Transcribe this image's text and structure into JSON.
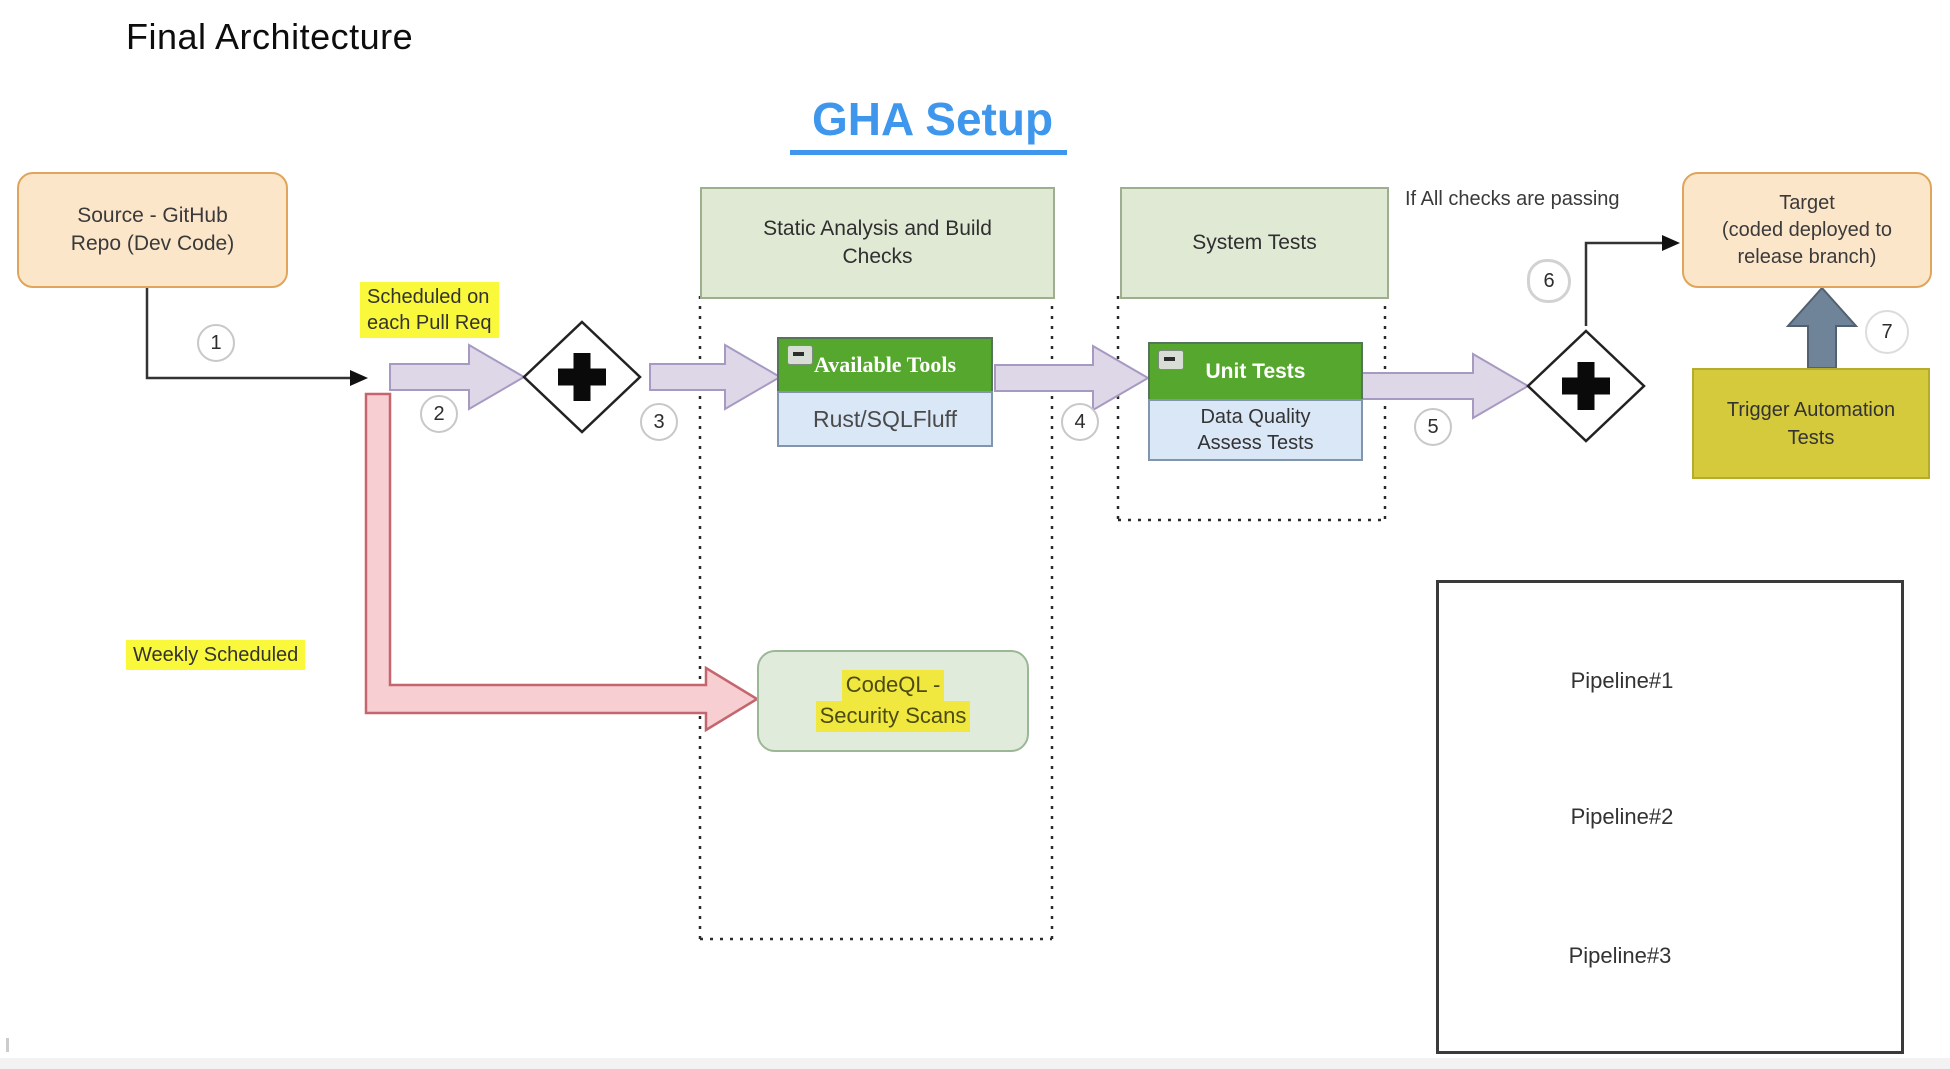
{
  "page": {
    "title": "Final Architecture"
  },
  "heading": {
    "text": "GHA Setup",
    "color": "#3E97EC"
  },
  "nodes": {
    "source": {
      "text": "Source - GitHub\nRepo (Dev Code)"
    },
    "static_checks": {
      "text": "Static Analysis and Build\nChecks"
    },
    "system_tests": {
      "text": "System Tests"
    },
    "available_tools": {
      "header": "Available Tools",
      "body": "Rust/SQLFluff"
    },
    "unit_tests": {
      "header": "Unit Tests",
      "body": "Data Quality\nAssess Tests"
    },
    "codeql": {
      "lines": [
        "CodeQL -",
        "Security Scans"
      ]
    },
    "target": {
      "text": "Target\n(coded deployed to\nrelease branch)"
    },
    "trigger": {
      "text": "Trigger Automation\nTests"
    }
  },
  "labels": {
    "scheduled_on": "Scheduled on\neach Pull Req",
    "weekly_scheduled": "Weekly Scheduled",
    "if_all_checks": "If All checks are passing"
  },
  "steps": [
    "1",
    "2",
    "3",
    "4",
    "5",
    "6",
    "7"
  ],
  "legend": {
    "items": [
      {
        "label": "Pipeline#1",
        "fill": "#D9D3E4",
        "stroke": "#8C83A8"
      },
      {
        "label": "Pipeline#2",
        "fill": "#FBDBDC",
        "stroke": "#CC7A7E"
      },
      {
        "label": "Pipeline#3",
        "fill": "#ADBFCC",
        "stroke": "#5C7387"
      }
    ]
  },
  "colors": {
    "heading_blue": "#3E97EC",
    "highlight_yellow": "#F9F83B",
    "node_peach": "#FCE6CA",
    "node_peach_border": "#DEA55B",
    "header_green": "#DFE9D4",
    "bright_green": "#55A82D",
    "light_blue": "#DAE7F7",
    "mustard": "#D5C93C",
    "lavender_arrow": "#DDD7E8",
    "pink_arrow": "#F7CFD2",
    "slate_arrow": "#6F8498"
  }
}
